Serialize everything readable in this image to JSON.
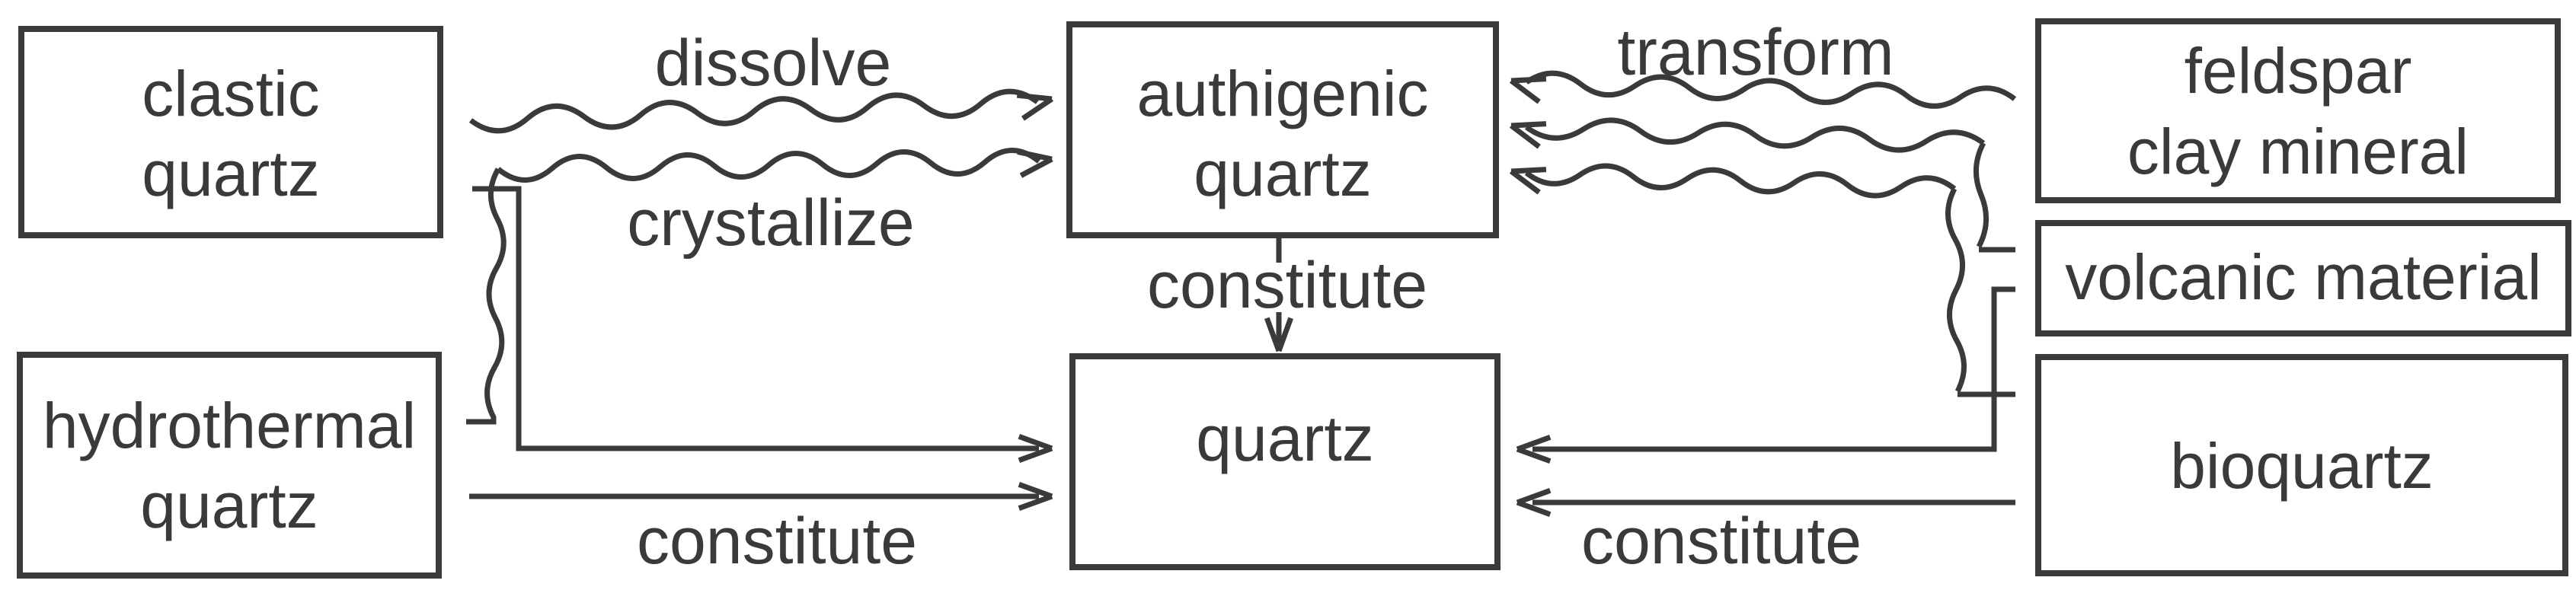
{
  "diagram": {
    "background_color": "#ffffff",
    "line_color": "#3a3a3a",
    "nodes": {
      "clastic_quartz": {
        "line1": "clastic",
        "line2": "quartz"
      },
      "hydrothermal_quartz": {
        "line1": "hydrothermal",
        "line2": "quartz"
      },
      "authigenic_quartz": {
        "line1": "authigenic",
        "line2": "quartz"
      },
      "quartz": {
        "line1": "quartz"
      },
      "feldspar_clay": {
        "line1": "feldspar",
        "line2": "clay mineral"
      },
      "volcanic_material": {
        "line1": "volcanic material"
      },
      "bioquartz": {
        "line1": "bioquartz"
      }
    },
    "edge_labels": {
      "dissolve": "dissolve",
      "crystallize": "crystallize",
      "transform": "transform",
      "constitute_center": "constitute",
      "constitute_left": "constitute",
      "constitute_right": "constitute"
    },
    "edges": [
      {
        "from": "clastic quartz",
        "to": "authigenic quartz",
        "label": "dissolve",
        "style": "wavy"
      },
      {
        "from": "hydrothermal quartz",
        "to": "authigenic quartz",
        "label": "crystallize",
        "style": "wavy"
      },
      {
        "from": "feldspar clay mineral",
        "to": "authigenic quartz",
        "label": "transform",
        "style": "wavy"
      },
      {
        "from": "volcanic material",
        "to": "authigenic quartz",
        "label": "transform",
        "style": "wavy"
      },
      {
        "from": "bioquartz",
        "to": "authigenic quartz",
        "label": "transform",
        "style": "wavy"
      },
      {
        "from": "authigenic quartz",
        "to": "quartz",
        "label": "constitute",
        "style": "straight"
      },
      {
        "from": "clastic quartz",
        "to": "quartz",
        "label": "constitute",
        "style": "straight"
      },
      {
        "from": "hydrothermal quartz",
        "to": "quartz",
        "label": "constitute",
        "style": "straight"
      },
      {
        "from": "volcanic material",
        "to": "quartz",
        "label": "constitute",
        "style": "straight"
      },
      {
        "from": "bioquartz",
        "to": "quartz",
        "label": "constitute",
        "style": "straight"
      }
    ]
  }
}
